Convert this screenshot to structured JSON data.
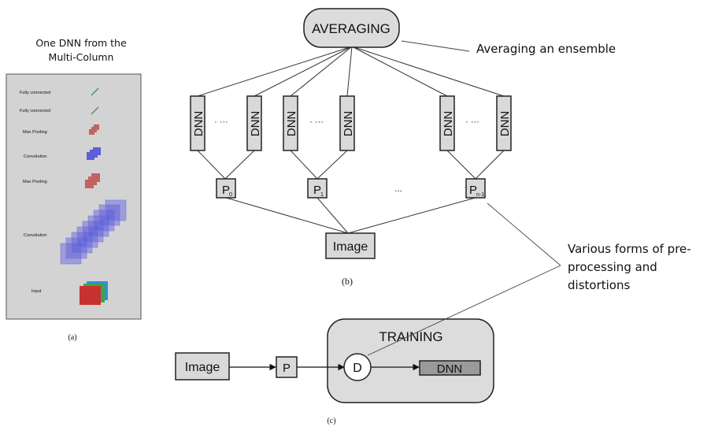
{
  "panel_a": {
    "title_line1": "One DNN from the",
    "title_line2": "Multi-Column",
    "layers": [
      "Fully connected",
      "Fully connected",
      "Max Pooling",
      "Convolution",
      "Max Pooling",
      "Convolution",
      "Input"
    ],
    "caption": "(a)"
  },
  "panel_b": {
    "averaging_label": "AVERAGING",
    "dnn_label": "DNN",
    "dots_between_dnn": "· ···",
    "preproc_label": "P",
    "preproc_subscripts": [
      "0",
      "1",
      "n-1"
    ],
    "dots_between_p": "...",
    "image_label": "Image",
    "caption": "(b)"
  },
  "panel_c": {
    "image_label": "Image",
    "preproc_label": "P",
    "training_label": "TRAINING",
    "distortion_label": "D",
    "dnn_label": "DNN",
    "caption": "(c)"
  },
  "annotations": {
    "averaging_note": "Averaging an ensemble",
    "preproc_note_line1": "Various forms of pre-",
    "preproc_note_line2": "processing and",
    "preproc_note_line3": "distortions"
  },
  "colors": {
    "box_fill": "#d9d9d9",
    "panel_a_bg": "#d3d3d3",
    "dense_green": "#3a9a4a",
    "pool_red": "#c0504d",
    "conv_blue": "#4a4ad8"
  }
}
